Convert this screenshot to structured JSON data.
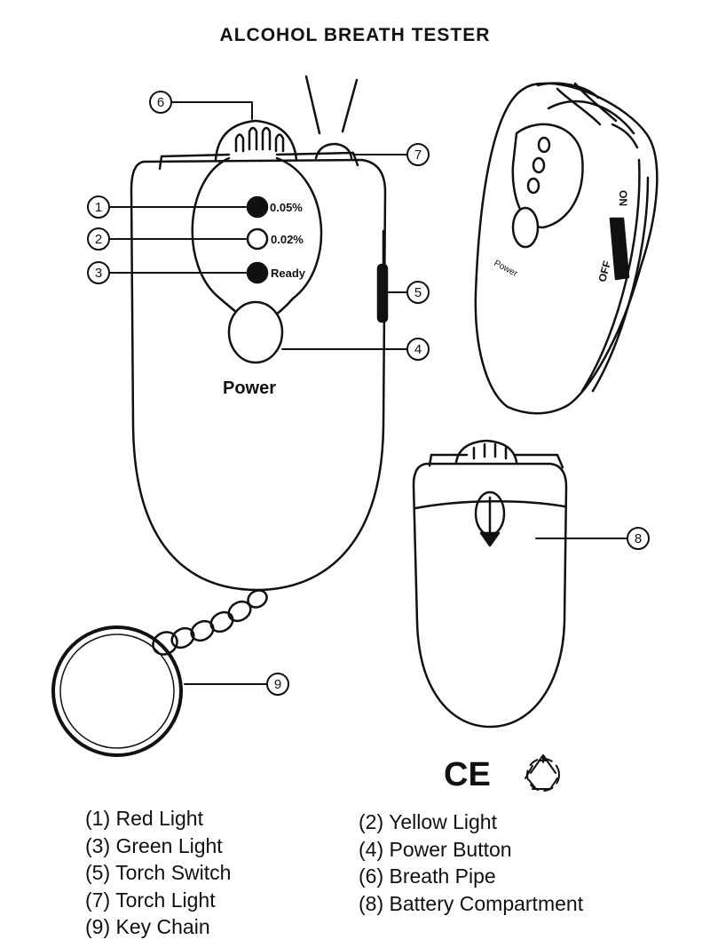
{
  "title": "ALCOHOL BREATH TESTER",
  "callouts": [
    "1",
    "2",
    "3",
    "4",
    "5",
    "6",
    "7",
    "8",
    "9"
  ],
  "front_labels": {
    "red_level": "0.05%",
    "yellow_level": "0.02%",
    "green_level": "Ready",
    "power": "Power"
  },
  "side_labels": {
    "power": "Power",
    "on": "ON",
    "off": "OFF"
  },
  "marks": {
    "ce": "CE"
  },
  "legend_left": [
    "(1) Red Light",
    "(3) Green Light",
    "(5) Torch Switch",
    "(7) Torch Light",
    "(9) Key Chain"
  ],
  "legend_right": [
    "(2) Yellow Light",
    "(4) Power Button",
    "(6) Breath Pipe",
    "(8) Battery Compartment"
  ]
}
